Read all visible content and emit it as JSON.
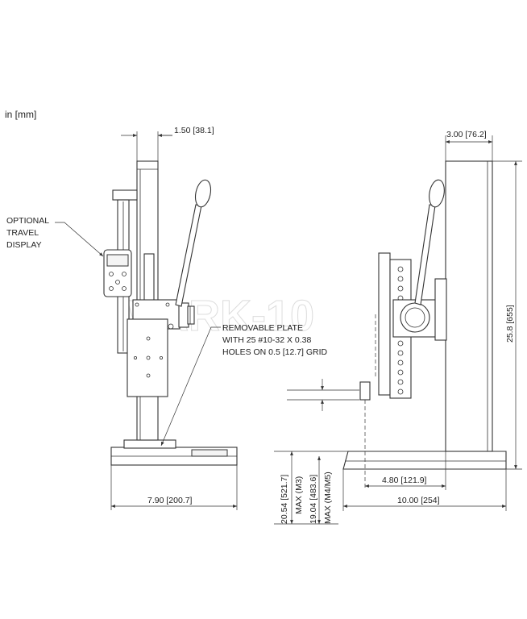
{
  "units_label": "in [mm]",
  "dimensions": {
    "column_offset": "1.50 [38.1]",
    "column_depth": "3.00 [76.2]",
    "overall_height": "25.8 [655]",
    "base_width": "7.90 [200.7]",
    "base_length": "10.00 [254]",
    "throat_depth": "4.80 [121.9]",
    "max_m3_value": "20.54 [521.7]",
    "max_m3_label": "MAX (M3)",
    "max_m4m5_value": "19.04 [483.6]",
    "max_m4m5_label": "MAX (M4/M5)"
  },
  "callouts": {
    "display": [
      "OPTIONAL",
      "TRAVEL",
      "DISPLAY"
    ],
    "plate": [
      "REMOVABLE PLATE",
      "WITH 25 #10-32 X 0.38",
      "HOLES ON 0.5 [12.7] GRID"
    ]
  },
  "watermark": "MARK-10"
}
